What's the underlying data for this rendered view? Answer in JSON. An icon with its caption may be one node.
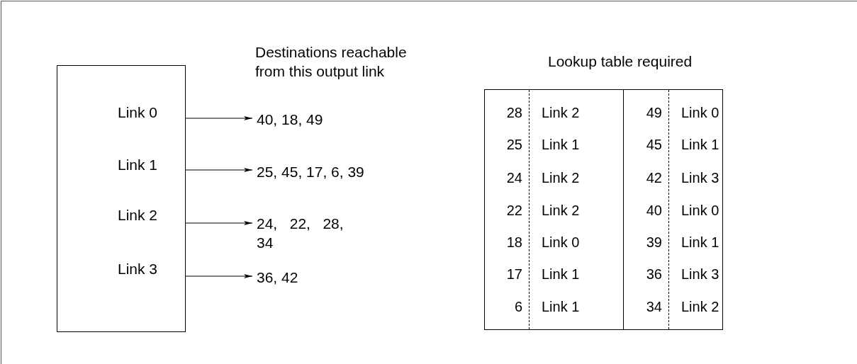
{
  "diagram": {
    "nodes": [
      {
        "text": [],
        "shape": "box"
      },
      {
        "text": [
          "Link 0"
        ],
        "in": 0
      },
      {
        "text": [
          "Link 1"
        ],
        "in": 0
      },
      {
        "text": [
          "Link 2"
        ],
        "in": 0
      },
      {
        "text": [
          "Link 3"
        ],
        "in": 0
      },
      {
        "text": [
          "40, 18, 49"
        ]
      },
      {
        "text": [
          "25, 45, 17, 6, 39"
        ]
      },
      {
        "text": [
          "24,   22,   28, 34"
        ]
      },
      {
        "text": [
          "36, 42"
        ]
      }
    ],
    "edges": [
      {
        "from": 1,
        "to": 5,
        "arrow": "to"
      },
      {
        "from": 2,
        "to": 6,
        "arrow": "to"
      },
      {
        "from": 3,
        "to": 7,
        "arrow": "to"
      },
      {
        "from": 4,
        "to": 8,
        "arrow": "to"
      }
    ],
    "labels": [
      "Destinations reachable from this output link",
      "Lookup table required",
      "28",
      "Link 2",
      "49",
      "Link 0",
      "25",
      "Link 1",
      "45",
      "Link 1",
      "24",
      "Link 2",
      "42",
      "Link 3",
      "22",
      "Link 2",
      "40",
      "Link 0",
      "18",
      "Link 0",
      "39",
      "Link 1",
      "17",
      "Link 1",
      "36",
      "Link 3",
      "6",
      "Link 1",
      "34",
      "Link 2"
    ]
  }
}
